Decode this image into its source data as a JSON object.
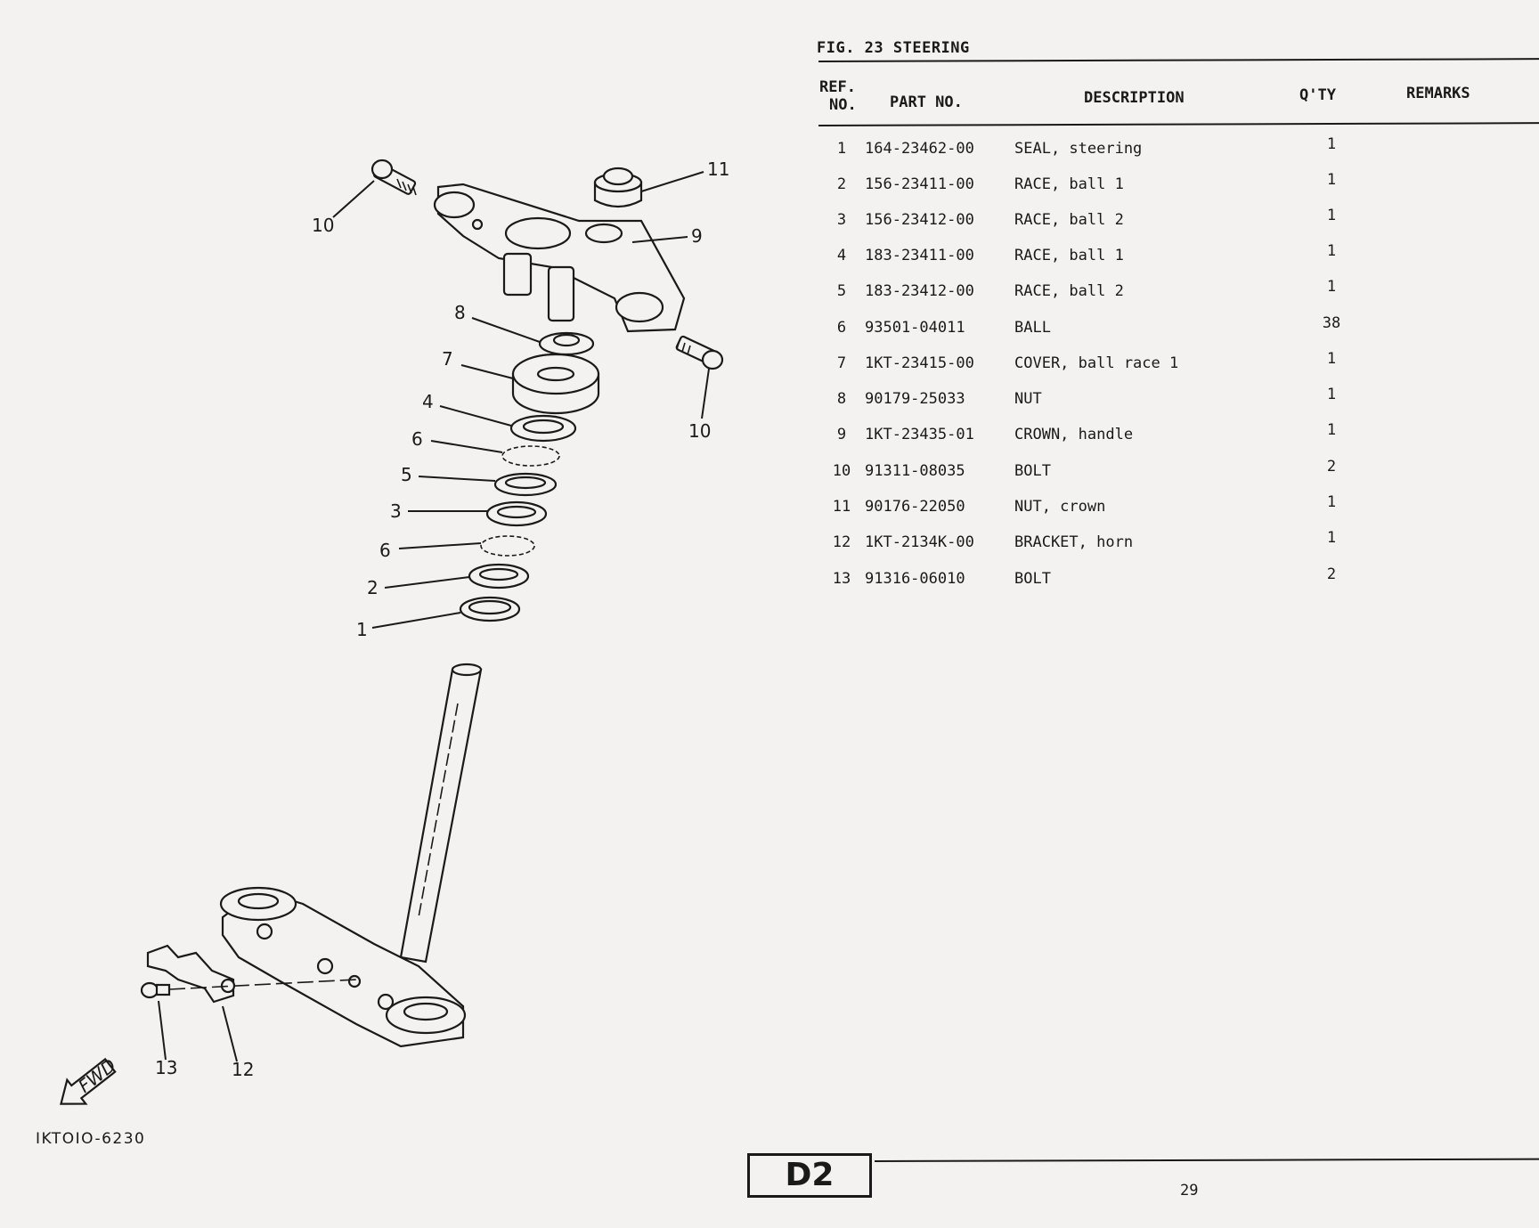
{
  "figure": {
    "title": "FIG. 23  STEERING",
    "code": "IKTOIO-6230",
    "fwd_label": "FWD"
  },
  "table": {
    "headers": {
      "ref_line1": "REF.",
      "ref_line2": "NO.",
      "part_no": "PART NO.",
      "description": "DESCRIPTION",
      "qty": "Q'TY",
      "remarks": "REMARKS"
    },
    "rows": [
      {
        "ref": "1",
        "part_no": "164-23462-00",
        "description": "SEAL, steering",
        "qty": "1",
        "remarks": ""
      },
      {
        "ref": "2",
        "part_no": "156-23411-00",
        "description": "RACE, ball 1",
        "qty": "1",
        "remarks": ""
      },
      {
        "ref": "3",
        "part_no": "156-23412-00",
        "description": "RACE, ball 2",
        "qty": "1",
        "remarks": ""
      },
      {
        "ref": "4",
        "part_no": "183-23411-00",
        "description": "RACE, ball 1",
        "qty": "1",
        "remarks": ""
      },
      {
        "ref": "5",
        "part_no": "183-23412-00",
        "description": "RACE, ball 2",
        "qty": "1",
        "remarks": ""
      },
      {
        "ref": "6",
        "part_no": "93501-04011",
        "description": "BALL",
        "qty": "38",
        "remarks": ""
      },
      {
        "ref": "7",
        "part_no": "1KT-23415-00",
        "description": "COVER, ball race 1",
        "qty": "1",
        "remarks": ""
      },
      {
        "ref": "8",
        "part_no": "90179-25033",
        "description": "NUT",
        "qty": "1",
        "remarks": ""
      },
      {
        "ref": "9",
        "part_no": "1KT-23435-01",
        "description": "CROWN, handle",
        "qty": "1",
        "remarks": ""
      },
      {
        "ref": "10",
        "part_no": "91311-08035",
        "description": "BOLT",
        "qty": "2",
        "remarks": ""
      },
      {
        "ref": "11",
        "part_no": "90176-22050",
        "description": "NUT, crown",
        "qty": "1",
        "remarks": ""
      },
      {
        "ref": "12",
        "part_no": "1KT-2134K-00",
        "description": "BRACKET, horn",
        "qty": "1",
        "remarks": ""
      },
      {
        "ref": "13",
        "part_no": "91316-06010",
        "description": "BOLT",
        "qty": "2",
        "remarks": ""
      }
    ]
  },
  "diagram_labels": [
    "1",
    "2",
    "3",
    "4",
    "5",
    "6",
    "6",
    "7",
    "8",
    "9",
    "10",
    "10",
    "11",
    "12",
    "13"
  ],
  "footer": {
    "section": "D2",
    "page": "29"
  }
}
